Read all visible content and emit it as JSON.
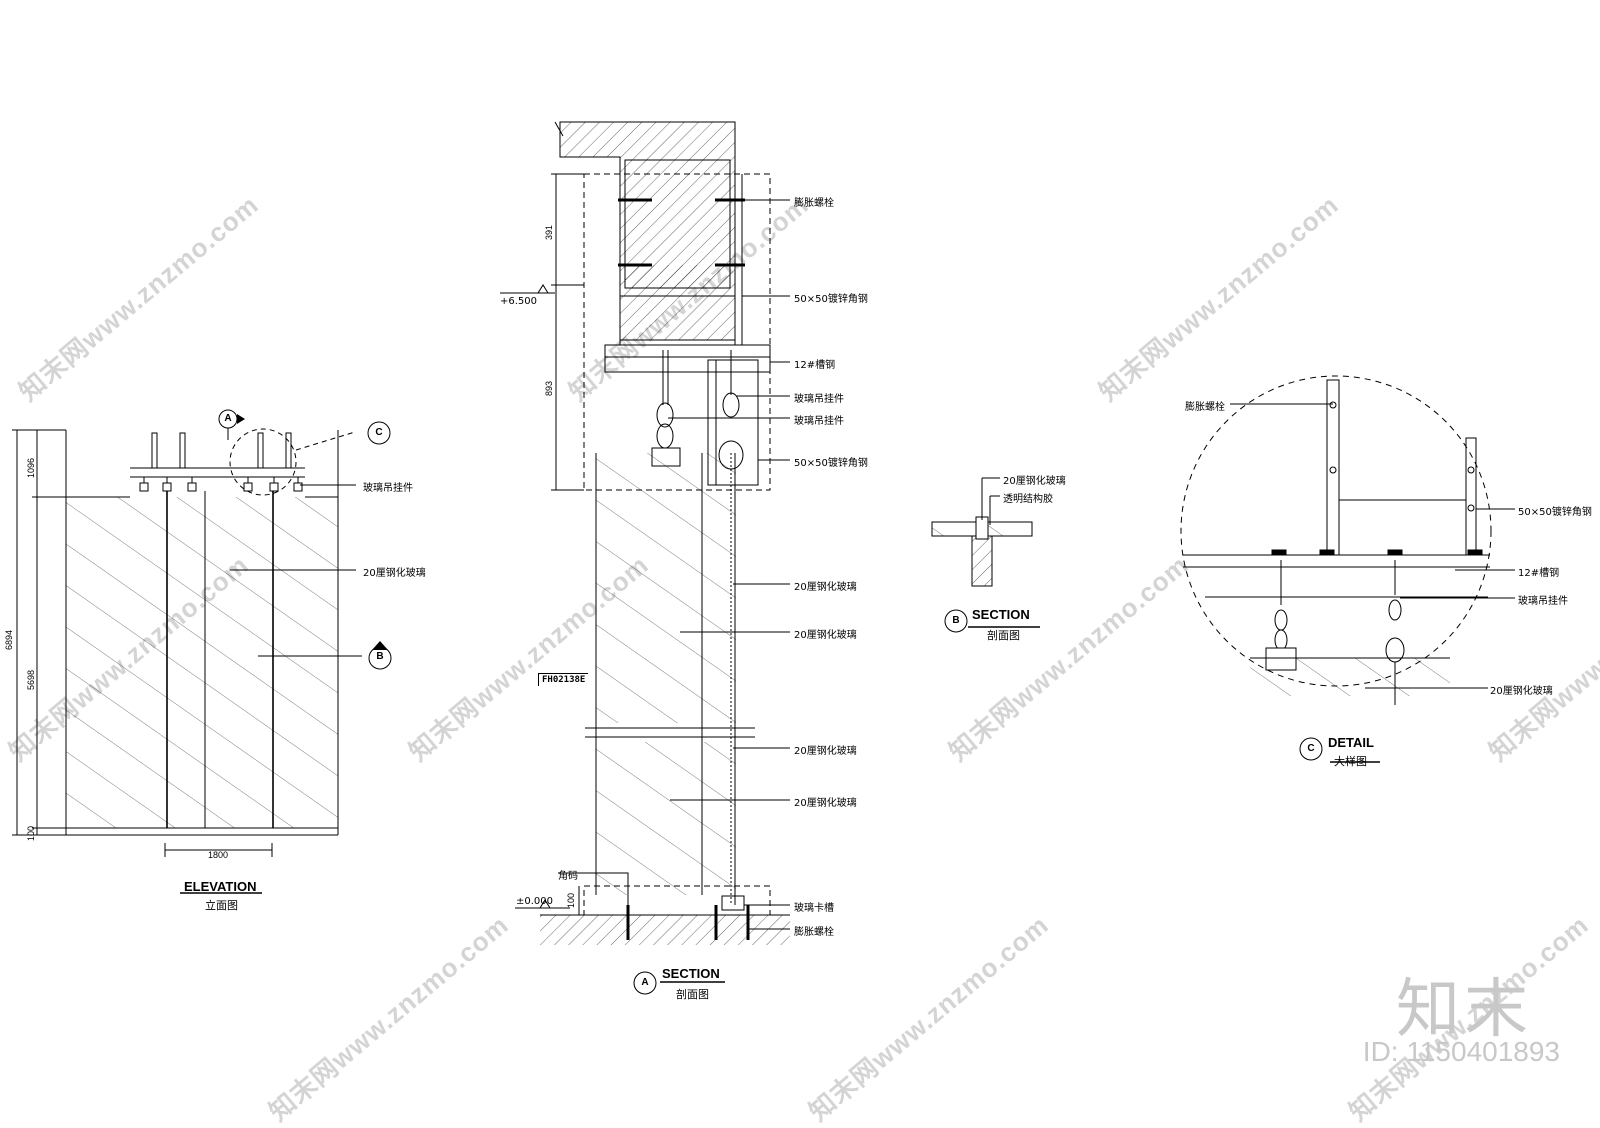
{
  "watermark": {
    "text": "知末网www.znzmo.com",
    "brand": "知末",
    "id_label": "ID: 1150401893"
  },
  "elevation": {
    "title_en": "ELEVATION",
    "title_cn": "立面图",
    "label_hanger": "玻璃吊挂件",
    "label_glass": "20厘钢化玻璃",
    "dim_total": "6894",
    "dim_top": "1096",
    "dim_mid": "5698",
    "dim_bottom": "100",
    "dim_width": "1800",
    "marker_a": "A",
    "marker_b": "B",
    "marker_c": "C"
  },
  "section_a": {
    "title_en": "SECTION",
    "title_cn": "剖面图",
    "marker": "A",
    "level_top": "+6.500",
    "level_bottom": "±0.000",
    "dim_391": "391",
    "dim_893": "893",
    "dim_100": "100",
    "stamp": "FH02138E",
    "labels": {
      "bolt_top": "膨胀螺栓",
      "angle_steel_1": "50×50镀锌角钢",
      "channel_steel": "12#槽钢",
      "hanger_1": "玻璃吊挂件",
      "hanger_2": "玻璃吊挂件",
      "angle_steel_2": "50×50镀锌角钢",
      "glass_1": "20厘钢化玻璃",
      "glass_2": "20厘钢化玻璃",
      "glass_3": "20厘钢化玻璃",
      "glass_4": "20厘钢化玻璃",
      "corner_code": "角码",
      "glass_slot": "玻璃卡槽",
      "bolt_bottom": "膨胀螺栓"
    }
  },
  "section_b": {
    "title_en": "SECTION",
    "title_cn": "剖面图",
    "marker": "B",
    "label_glass": "20厘钢化玻璃",
    "label_glue": "透明结构胶"
  },
  "detail_c": {
    "title_en": "DETAIL",
    "title_cn": "大样图",
    "marker": "C",
    "label_bolt": "膨胀螺栓",
    "label_angle": "50×50镀锌角钢",
    "label_channel": "12#槽钢",
    "label_hanger": "玻璃吊挂件",
    "label_glass": "20厘钢化玻璃"
  }
}
